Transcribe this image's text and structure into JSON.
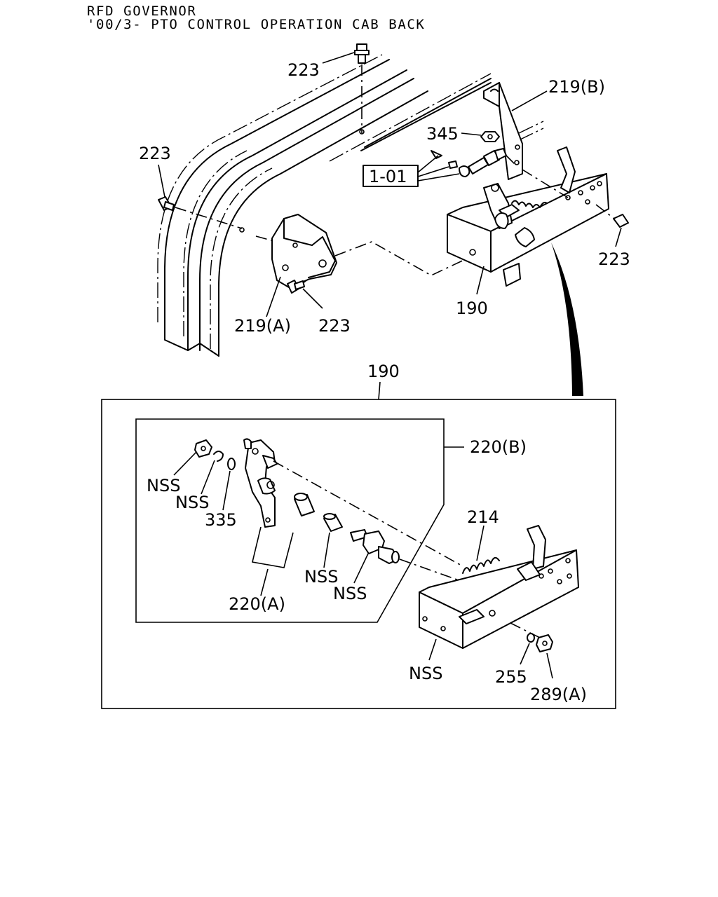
{
  "header": {
    "line1": "RFD GOVERNOR",
    "line2": "'00/3- PTO CONTROL OPERATION CAB BACK"
  },
  "callouts": {
    "c223_top": "223",
    "c219b": "219(B)",
    "c345": "345",
    "c101": "1-01",
    "c223_left": "223",
    "c223_right": "223",
    "c190_top": "190",
    "c219a": "219(A)",
    "c223_bottom": "223",
    "c190_detail": "190",
    "c220b": "220(B)",
    "nss_1": "NSS",
    "nss_2": "NSS",
    "c335": "335",
    "c214": "214",
    "nss_3": "NSS",
    "nss_4": "NSS",
    "c220a": "220(A)",
    "nss_5": "NSS",
    "c255": "255",
    "c289a": "289(A)"
  }
}
